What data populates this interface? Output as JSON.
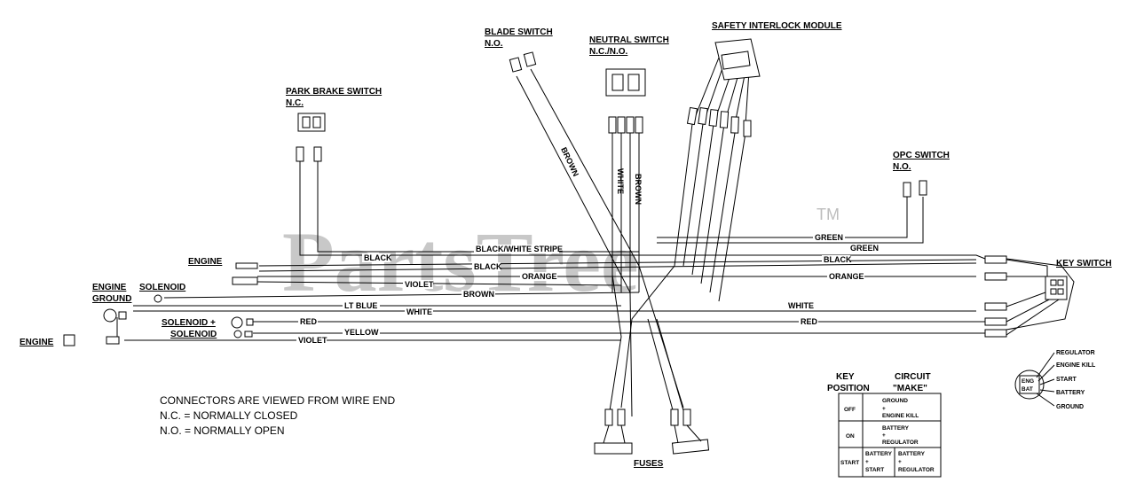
{
  "watermark": {
    "text": "PartsTree",
    "tm": "TM"
  },
  "components": {
    "blade_switch": [
      "BLADE SWITCH",
      "N.O."
    ],
    "neutral_switch": [
      "NEUTRAL SWITCH",
      "N.C./N.O."
    ],
    "safety_interlock": [
      "SAFETY INTERLOCK MODULE"
    ],
    "park_brake_switch": [
      "PARK BRAKE SWITCH",
      "N.C."
    ],
    "opc_switch": [
      "OPC SWITCH",
      "N.O."
    ],
    "engine_top": "ENGINE",
    "engine_ground": [
      "ENGINE",
      "GROUND"
    ],
    "solenoid": "SOLENOID",
    "solenoid_plus": [
      "SOLENOID +",
      "SOLENOID"
    ],
    "engine_left": "ENGINE",
    "key_switch": "KEY SWITCH",
    "fuses": "FUSES"
  },
  "wires": {
    "brown_blade": "BROWN",
    "white_neutral": "WHITE",
    "brown_neutral": "BROWN",
    "green1": "GREEN",
    "green2": "GREEN",
    "black_white_stripe": "BLACK/WHITE STRIPE",
    "black_top": "BLACK",
    "black_mid": "BLACK",
    "black_right": "BLACK",
    "orange_mid": "ORANGE",
    "orange_right": "ORANGE",
    "violet_top": "VIOLET",
    "brown_mid": "BROWN",
    "lt_blue": "LT BLUE",
    "white_mid": "WHITE",
    "white_right": "WHITE",
    "red_left": "RED",
    "red_right": "RED",
    "yellow": "YELLOW",
    "violet_bottom": "VIOLET"
  },
  "notes": [
    "CONNECTORS ARE VIEWED FROM WIRE END",
    "N.C. =  NORMALLY CLOSED",
    "N.O. = NORMALLY OPEN"
  ],
  "key_table": {
    "header": [
      "KEY",
      "POSITION",
      "CIRCUIT",
      "\"MAKE\""
    ],
    "rows": [
      {
        "position": "OFF",
        "circuit": [
          "GROUND",
          "+",
          "ENGINE KILL"
        ]
      },
      {
        "position": "ON",
        "circuit": [
          "BATTERY",
          "+",
          "REGULATOR"
        ]
      },
      {
        "position": "START",
        "circuit_a": [
          "BATTERY",
          "+",
          "START"
        ],
        "circuit_b": [
          "BATTERY",
          "+",
          "REGULATOR"
        ]
      }
    ]
  },
  "key_switch_terminals": [
    "REGULATOR",
    "ENGINE KILL",
    "START",
    "BATTERY",
    "GROUND"
  ]
}
